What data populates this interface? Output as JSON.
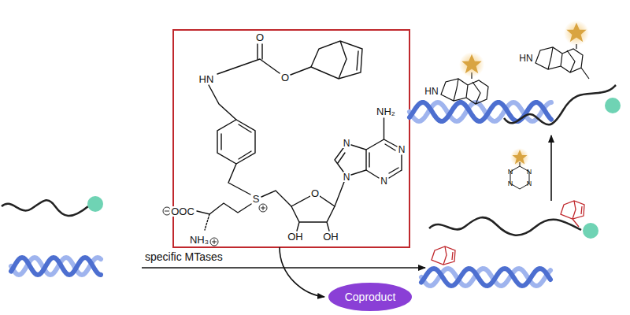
{
  "diagram": {
    "nodes": [
      {
        "text": [
          "Coproduct"
        ]
      }
    ],
    "labels": [
      "specific MTases",
      "O",
      "HN",
      "O",
      "S",
      "OOC",
      "NH₃",
      "O",
      "OH",
      "OH",
      "N",
      "N",
      "N",
      "N",
      "NH₂",
      "HN",
      "HN",
      "N",
      "N",
      "N",
      "N"
    ]
  }
}
